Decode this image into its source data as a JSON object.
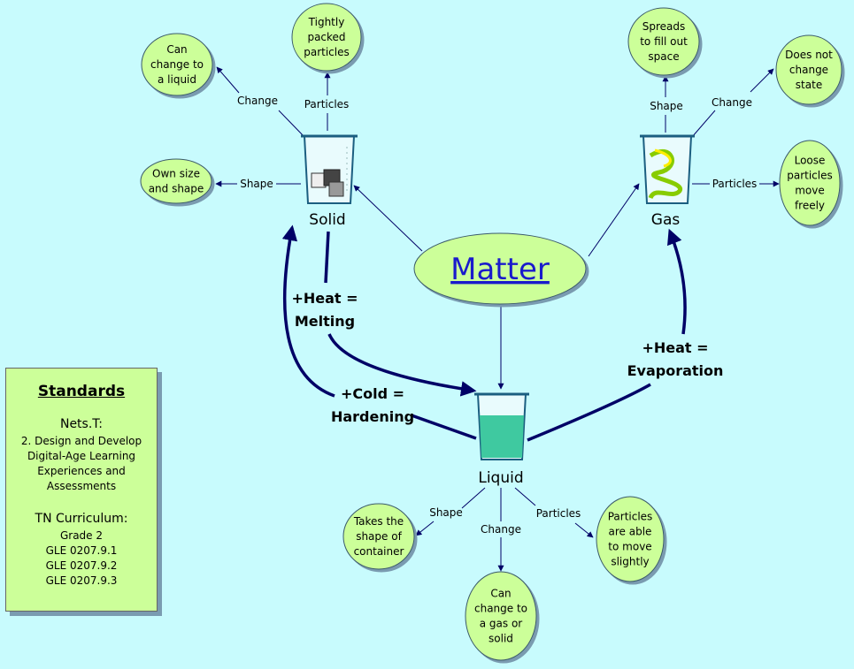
{
  "title": "Matter",
  "states": {
    "solid": "Solid",
    "gas": "Gas",
    "liquid": "Liquid"
  },
  "edge_labels": {
    "solid_change": "Change",
    "solid_particles": "Particles",
    "solid_shape": "Shape",
    "gas_shape": "Shape",
    "gas_change": "Change",
    "gas_particles": "Particles",
    "liquid_shape": "Shape",
    "liquid_change": "Change",
    "liquid_particles": "Particles"
  },
  "nodes": {
    "solid_change": [
      "Can",
      "change to",
      "a liquid"
    ],
    "solid_particles": [
      "Tightly",
      "packed",
      "particles"
    ],
    "solid_shape": [
      "Own size",
      "and shape"
    ],
    "gas_shape": [
      "Spreads",
      "to fill out",
      "space"
    ],
    "gas_change": [
      "Does not",
      "change",
      "state"
    ],
    "gas_particles": [
      "Loose",
      "particles",
      "move",
      "freely"
    ],
    "liquid_shape": [
      "Takes the",
      "shape of",
      "container"
    ],
    "liquid_change": [
      "Can",
      "change to",
      "a gas or",
      "solid"
    ],
    "liquid_particles": [
      "Particles",
      "are able",
      "to move",
      "slightly"
    ]
  },
  "transitions": {
    "melting": [
      "+Heat =",
      "Melting"
    ],
    "hardening": [
      "+Cold =",
      "Hardening"
    ],
    "evaporation": [
      "+Heat =",
      "Evaporation"
    ]
  },
  "standards": {
    "heading": "Standards",
    "nets_label": "Nets.T:",
    "nets_lines": [
      "2. Design and Develop",
      "Digital-Age Learning",
      "Experiences and",
      "Assessments"
    ],
    "tn_label": "TN Curriculum:",
    "tn_lines": [
      "Grade 2",
      "GLE 0207.9.1",
      "GLE 0207.9.2",
      "GLE 0207.9.3"
    ]
  },
  "colors": {
    "background": "#c8fbfd",
    "bubble": "#ccff99",
    "arrow": "#000066",
    "title": "#1a1acc"
  }
}
